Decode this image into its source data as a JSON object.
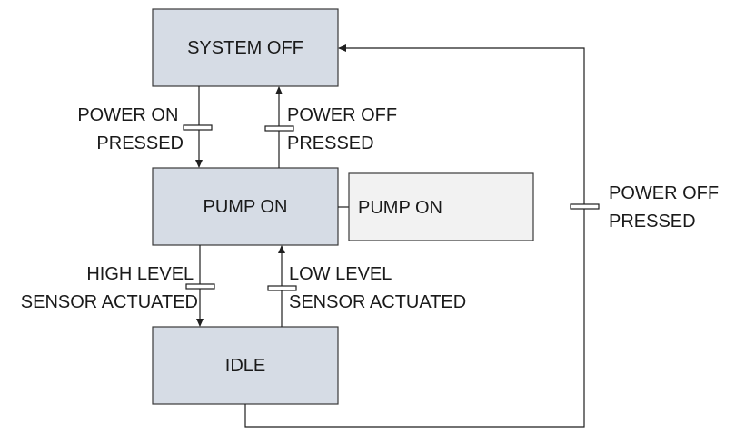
{
  "states": {
    "system_off": "SYSTEM OFF",
    "pump_on": "PUMP ON",
    "idle": "IDLE"
  },
  "actions": {
    "pump_on": "PUMP ON"
  },
  "transitions": {
    "power_on_pressed": [
      "POWER ON",
      "PRESSED"
    ],
    "power_off_pressed_from_pump": [
      "POWER OFF",
      "PRESSED"
    ],
    "high_level_sensor": [
      "HIGH LEVEL",
      "SENSOR ACTUATED"
    ],
    "low_level_sensor": [
      "LOW LEVEL",
      "SENSOR ACTUATED"
    ],
    "power_off_pressed_from_idle": [
      "POWER OFF",
      "PRESSED"
    ]
  }
}
